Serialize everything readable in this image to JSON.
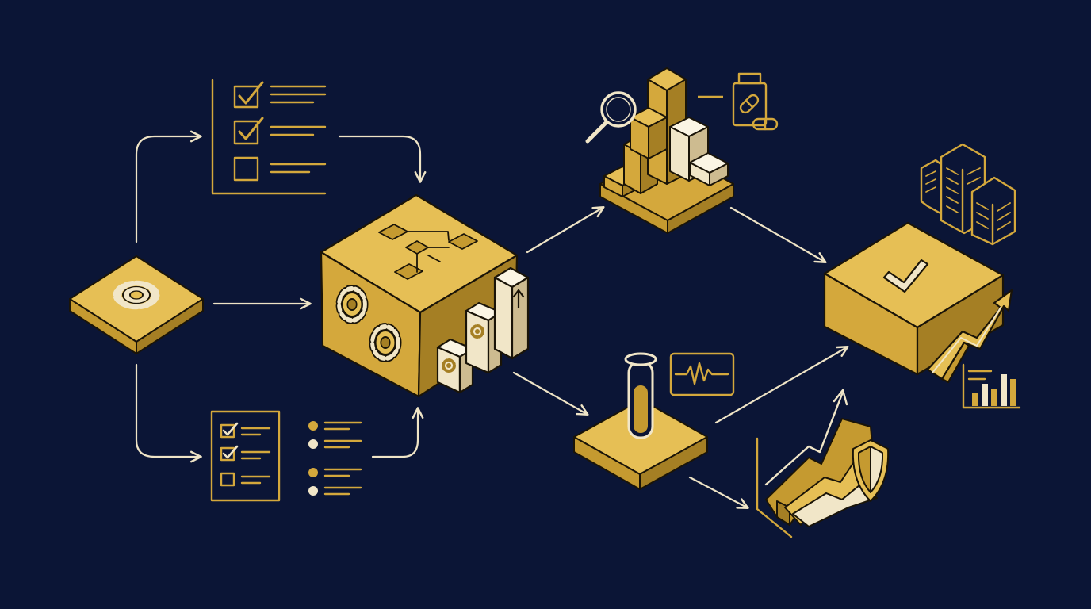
{
  "palette": {
    "background": "#0b1536",
    "gold": "#d4a83c",
    "gold_light": "#e6bf55",
    "gold_dark": "#a57f24",
    "cream": "#f1e6c8",
    "cream_dark": "#cdbb90",
    "arrow": "#efe4c6",
    "outline": "#1a1408"
  },
  "diagram": {
    "stages": [
      {
        "name": "configuration-platform",
        "icons": [
          "gear-icon"
        ]
      },
      {
        "name": "checklist-document",
        "icons": [
          "checkbox-checked-icon",
          "checkbox-checked-icon",
          "checkbox-empty-icon"
        ]
      },
      {
        "name": "checklist-with-bullets",
        "icons": [
          "checkbox-checked-icon",
          "checkbox-checked-icon",
          "checkbox-empty-icon",
          "bullet-icon"
        ]
      },
      {
        "name": "process-cube",
        "icons": [
          "flowchart-icon",
          "gear-icon",
          "bar-chart-icon",
          "up-arrow-icon"
        ]
      },
      {
        "name": "analysis-platform",
        "icons": [
          "magnifier-icon",
          "pill-bottle-icon",
          "capsule-icon"
        ]
      },
      {
        "name": "lab-test-platform",
        "icons": [
          "test-tube-icon",
          "heartbeat-monitor-icon"
        ]
      },
      {
        "name": "risk-growth-chart",
        "icons": [
          "line-chart-icon",
          "shield-icon"
        ]
      },
      {
        "name": "approved-outcome-box",
        "icons": [
          "checkmark-icon",
          "buildings-icon",
          "growth-arrow-icon",
          "bar-chart-icon"
        ]
      }
    ],
    "flow": [
      [
        "configuration-platform",
        "checklist-document"
      ],
      [
        "configuration-platform",
        "process-cube"
      ],
      [
        "configuration-platform",
        "checklist-with-bullets"
      ],
      [
        "checklist-document",
        "process-cube"
      ],
      [
        "checklist-with-bullets",
        "process-cube"
      ],
      [
        "process-cube",
        "analysis-platform"
      ],
      [
        "process-cube",
        "lab-test-platform"
      ],
      [
        "analysis-platform",
        "approved-outcome-box"
      ],
      [
        "lab-test-platform",
        "approved-outcome-box"
      ],
      [
        "lab-test-platform",
        "risk-growth-chart"
      ]
    ]
  }
}
